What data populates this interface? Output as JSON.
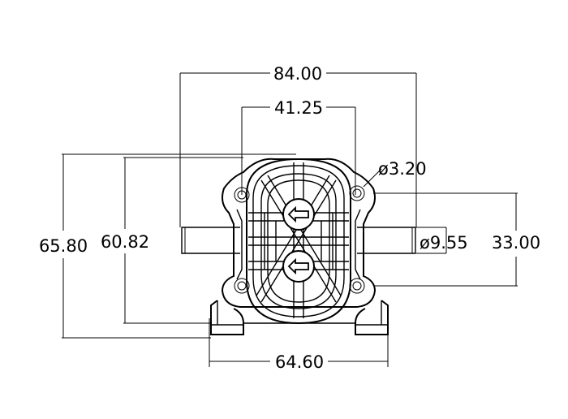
{
  "dimensions": {
    "overall_width": "84.00",
    "inner_width": "41.25",
    "hole_diameter": "ø3.20",
    "outlet_diameter": "ø9.55",
    "hole_spacing": "33.00",
    "overall_height": "65.80",
    "body_height": "60.82",
    "base_width": "64.60"
  },
  "colors": {
    "line": "#000000",
    "background": "#ffffff"
  },
  "icons": {
    "flow_arrow": "left-arrow-icon",
    "mount_hole": "circle-hole-icon"
  }
}
